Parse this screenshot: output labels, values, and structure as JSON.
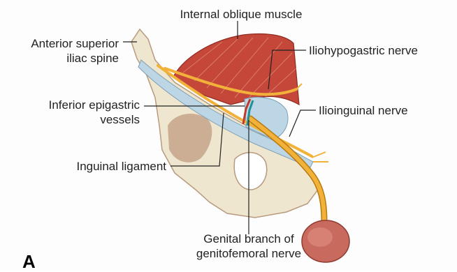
{
  "figure": {
    "panel_letter": "A",
    "labels": {
      "internal_oblique": "Internal oblique muscle",
      "asis_line1": "Anterior superior",
      "asis_line2": "iliac spine",
      "iliohypogastric": "Iliohypogastric nerve",
      "inf_epigastric_line1": "Inferior epigastric",
      "inf_epigastric_line2": "vessels",
      "ilioinguinal": "Ilioinguinal nerve",
      "inguinal_ligament": "Inguinal ligament",
      "genital_line1": "Genital branch of",
      "genital_line2": "genitofemoral nerve"
    },
    "colors": {
      "muscle": "#c4473a",
      "muscle_light": "#e08a72",
      "bone": "#efe6cf",
      "bone_shade": "#c6a38a",
      "ligament": "#bcd6e6",
      "nerve": "#f2b23a",
      "nerve_edge": "#b77a10",
      "vessel_teal": "#1f8f9a",
      "vessel_red": "#c0392b",
      "leader": "#222222"
    }
  }
}
